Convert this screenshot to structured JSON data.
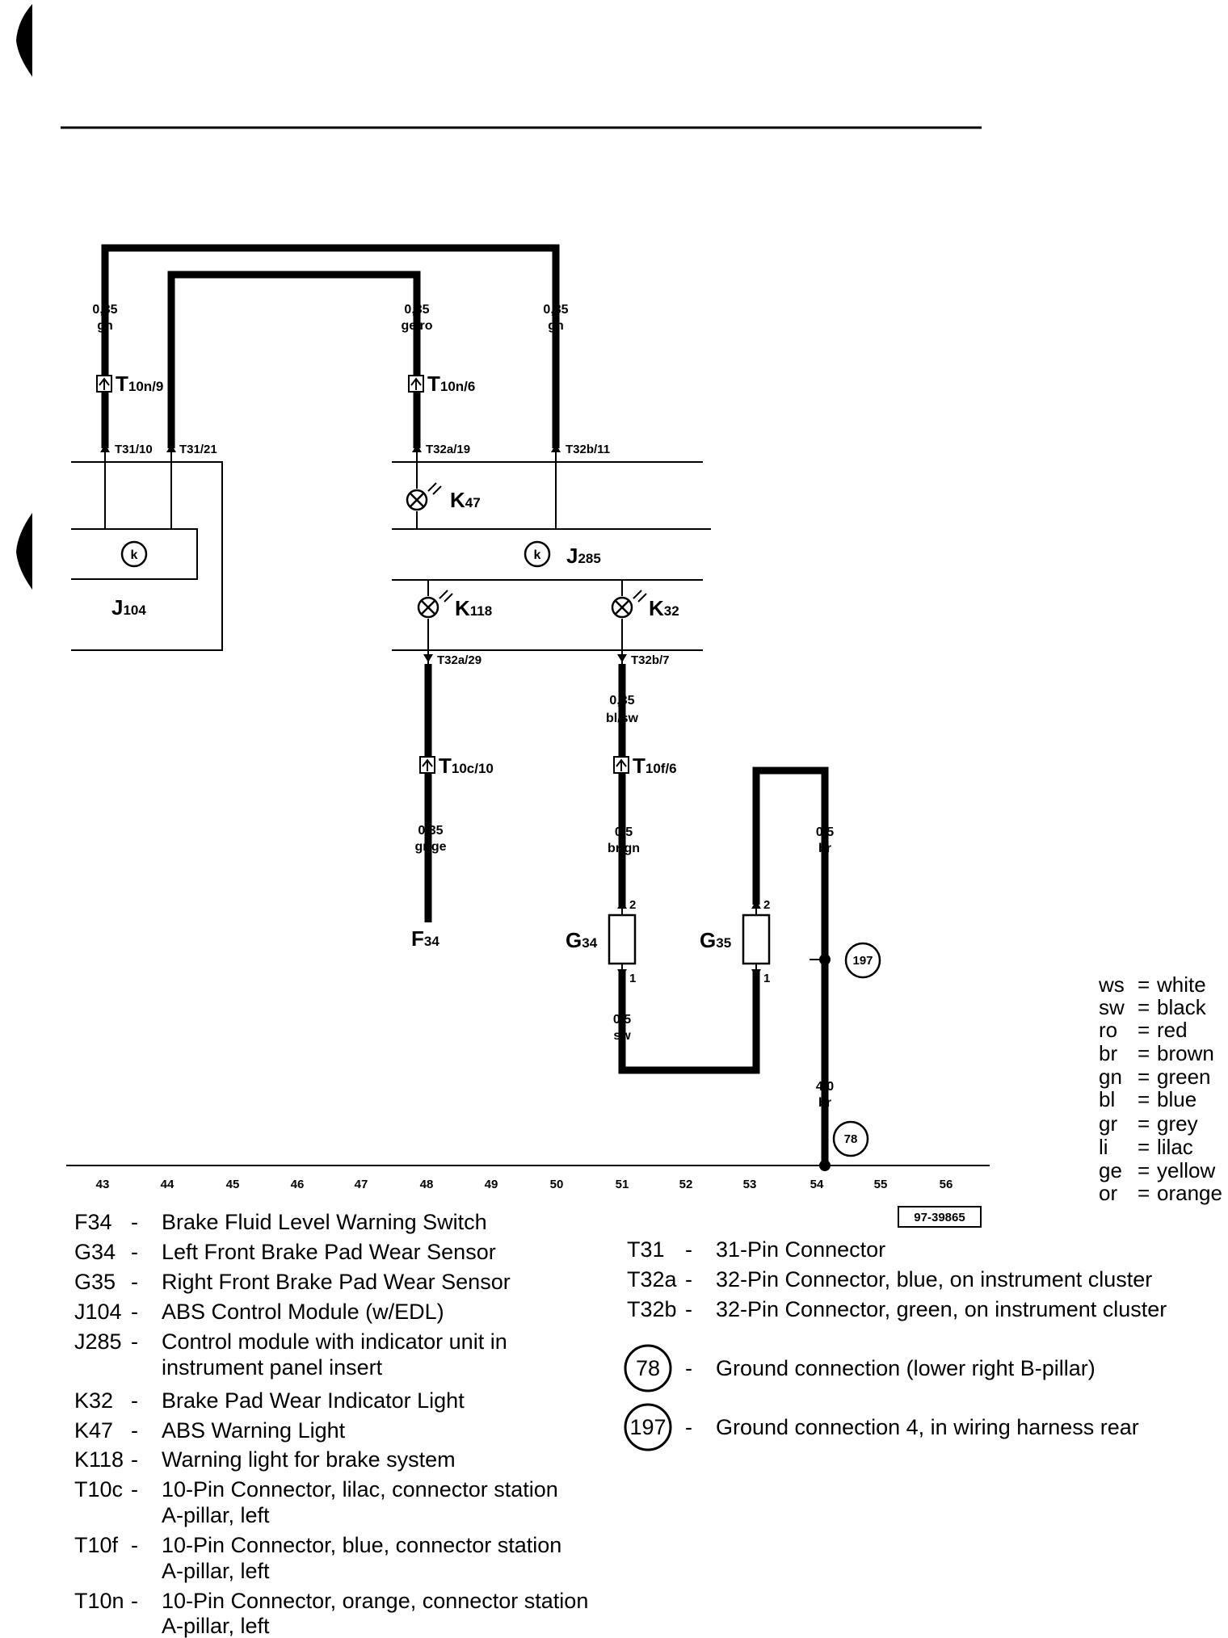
{
  "wires": {
    "w1": {
      "size": "0,35",
      "color": "gn"
    },
    "w2": {
      "size": "0,35",
      "color": "ge/ro"
    },
    "w3": {
      "size": "0,35",
      "color": "gn"
    },
    "w4": {
      "size": "0,35",
      "color": "bl/sw"
    },
    "w5": {
      "size": "0,35",
      "color": "gr/ge"
    },
    "w6": {
      "size": "0,5",
      "color": "br/gn"
    },
    "w7": {
      "size": "0,5",
      "color": "br"
    },
    "w8": {
      "size": "0,5",
      "color": "sw"
    },
    "w9": {
      "size": "4,0",
      "color": "br"
    }
  },
  "connectors": {
    "t10n9": {
      "main": "T",
      "sub": "10n/9"
    },
    "t10n6": {
      "main": "T",
      "sub": "10n/6"
    },
    "t10c10": {
      "main": "T",
      "sub": "10c/10"
    },
    "t10f6": {
      "main": "T",
      "sub": "10f/6"
    }
  },
  "pins": {
    "p1": "T31/10",
    "p2": "T31/21",
    "p3": "T32a/19",
    "p4": "T32b/11",
    "p5": "T32a/29",
    "p6": "T32b/7",
    "g34_top": "2",
    "g34_bot": "1",
    "g35_top": "2",
    "g35_bot": "1"
  },
  "components": {
    "k47": {
      "main": "K",
      "sub": "47"
    },
    "j285": {
      "main": "J",
      "sub": "285"
    },
    "k118": {
      "main": "K",
      "sub": "118"
    },
    "k32": {
      "main": "K",
      "sub": "32"
    },
    "j104": {
      "main": "J",
      "sub": "104"
    },
    "f34": {
      "main": "F",
      "sub": "34"
    },
    "g34": {
      "main": "G",
      "sub": "34"
    },
    "g35": {
      "main": "G",
      "sub": "35"
    }
  },
  "grounds": {
    "g197": "197",
    "g78": "78"
  },
  "module_symbol": "k",
  "tracks": [
    "43",
    "44",
    "45",
    "46",
    "47",
    "48",
    "49",
    "50",
    "51",
    "52",
    "53",
    "54",
    "55",
    "56"
  ],
  "ref_code": "97-39865",
  "legend_left": [
    {
      "code": "F34",
      "sep": "-",
      "text": [
        "Brake Fluid Level Warning Switch"
      ]
    },
    {
      "code": "G34",
      "sep": "-",
      "text": [
        "Left Front Brake Pad Wear Sensor"
      ]
    },
    {
      "code": "G35",
      "sep": "-",
      "text": [
        "Right Front Brake Pad Wear Sensor"
      ]
    },
    {
      "code": "J104",
      "sep": "-",
      "text": [
        "ABS Control Module (w/EDL)"
      ]
    },
    {
      "code": "J285",
      "sep": "-",
      "text": [
        "Control module with indicator unit in",
        "instrument panel insert"
      ]
    },
    {
      "code": "K32",
      "sep": "-",
      "text": [
        "Brake Pad Wear Indicator Light"
      ]
    },
    {
      "code": "K47",
      "sep": "-",
      "text": [
        "ABS Warning Light"
      ]
    },
    {
      "code": "K118",
      "sep": "-",
      "text": [
        "Warning light for brake system"
      ]
    },
    {
      "code": "T10c",
      "sep": "-",
      "text": [
        "10-Pin Connector, lilac, connector station",
        "A-pillar, left"
      ]
    },
    {
      "code": "T10f",
      "sep": "-",
      "text": [
        "10-Pin Connector, blue, connector station",
        "A-pillar, left"
      ]
    },
    {
      "code": "T10n",
      "sep": "-",
      "text": [
        "10-Pin Connector, orange, connector station",
        "A-pillar, left"
      ]
    }
  ],
  "legend_right": [
    {
      "code": "T31",
      "sep": "-",
      "text": "31-Pin Connector"
    },
    {
      "code": "T32a",
      "sep": "-",
      "text": "32-Pin Connector, blue, on instrument cluster"
    },
    {
      "code": "T32b",
      "sep": "-",
      "text": "32-Pin Connector, green, on instrument cluster"
    }
  ],
  "legend_grounds": [
    {
      "num": "78",
      "sep": "-",
      "text": "Ground connection (lower right B-pillar)"
    },
    {
      "num": "197",
      "sep": "-",
      "text": "Ground connection 4, in wiring harness rear"
    }
  ],
  "color_legend": [
    {
      "abbr": "ws",
      "name": "white"
    },
    {
      "abbr": "sw",
      "name": "black"
    },
    {
      "abbr": "ro",
      "name": "red"
    },
    {
      "abbr": "br",
      "name": "brown"
    },
    {
      "abbr": "gn",
      "name": "green"
    },
    {
      "abbr": "bl",
      "name": "blue"
    },
    {
      "abbr": "gr",
      "name": "grey"
    },
    {
      "abbr": "li",
      "name": "lilac"
    },
    {
      "abbr": "ge",
      "name": "yellow"
    },
    {
      "abbr": "or",
      "name": "orange"
    }
  ]
}
